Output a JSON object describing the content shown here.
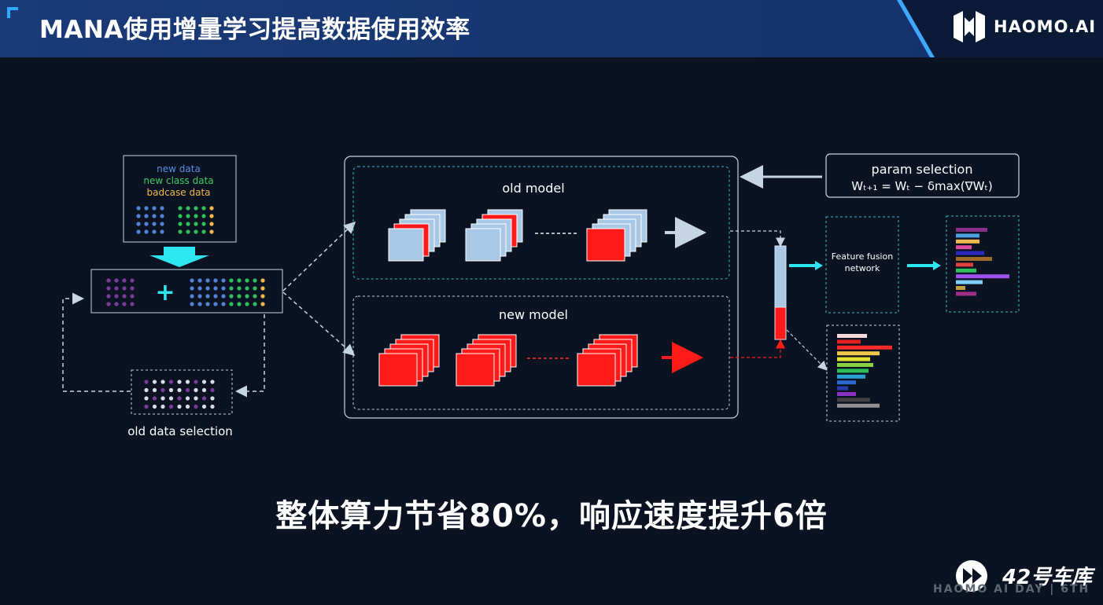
{
  "header": {
    "title": "MANA使用增量学习提高数据使用效率",
    "logo_text": "HAOMO.AI"
  },
  "legend": {
    "new_data": "new data",
    "new_class_data": "new class data",
    "badcase_data": "badcase data"
  },
  "labels": {
    "plus": "+",
    "old_data_selection": "old data selection",
    "old_model": "old model",
    "new_model": "new model",
    "param_selection_title": "param selection",
    "param_selection_formula": "Wₜ₊₁ = Wₜ − δmax(∇Wₜ)",
    "feature_fusion": "Feature fusion",
    "feature_fusion_2": "network"
  },
  "caption": "整体算力节省80%，响应速度提升6倍",
  "footer": {
    "watermark": "HAOMO AI DAY | 6TH",
    "brand": "42号车库"
  },
  "colors": {
    "background": "#0b1322",
    "header": "#1a3a78",
    "accent_cyan": "#2ee6f0",
    "new_data_blue": "#4f84d8",
    "new_class_green": "#2fbf5a",
    "badcase_yellow": "#f2b84b",
    "old_purple": "#7a3a9a",
    "red": "#ff1a1a",
    "light_blue": "#a9c8e6"
  }
}
